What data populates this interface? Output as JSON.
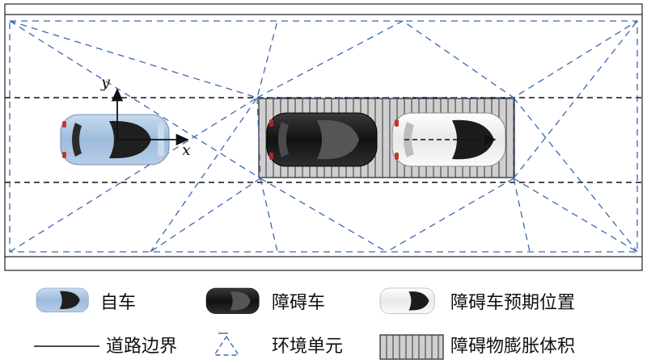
{
  "axes": {
    "x_label": "x",
    "y_label": "y"
  },
  "legend": {
    "ego_vehicle": "自车",
    "obstacle_vehicle": "障碍车",
    "obstacle_predicted_position": "障碍车预期位置",
    "road_boundary": "道路边界",
    "environment_cell": "环境单元",
    "obstacle_expansion_volume": "障碍物膨胀体积"
  },
  "colors": {
    "ego_car": "#a9c4e2",
    "obstacle_car": "#1a1a1a",
    "predicted_car": "#f4f4f4",
    "cell_lines": "#3b67b0",
    "expansion_fill": "#cfcfcf",
    "road_lines": "#111111"
  }
}
